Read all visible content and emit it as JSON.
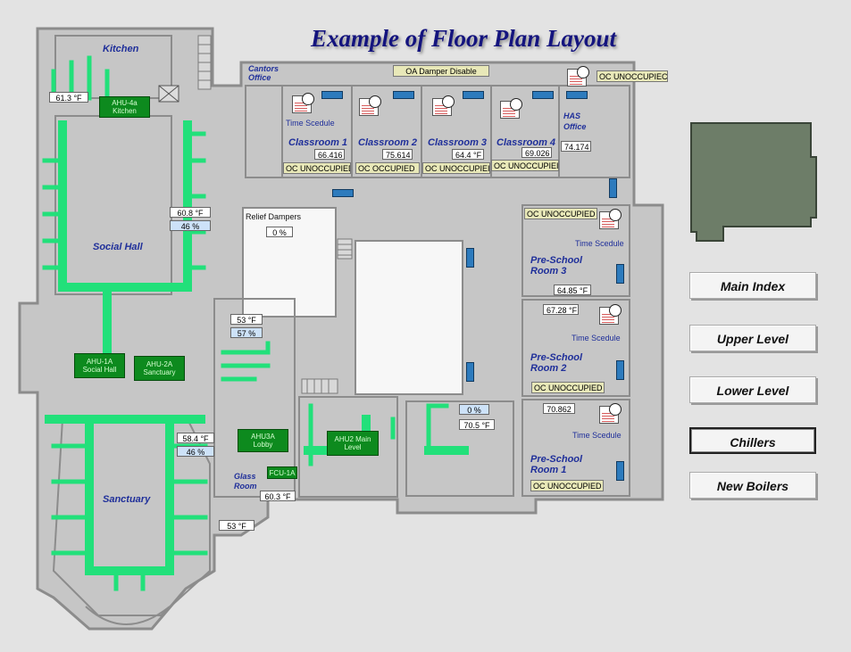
{
  "title": "Example of Floor Plan Layout",
  "colors": {
    "duct": "#22e07a",
    "wall": "#8c8c8c",
    "floor": "#c6c6c6",
    "ahu": "#0d8a1e",
    "text": "#1f2f9a",
    "vav": "#2d7bbd"
  },
  "rooms": {
    "kitchen": "Kitchen",
    "cantors": "Cantors Office",
    "social_hall": "Social Hall",
    "sanctuary": "Sanctuary",
    "glass_room": "Glass Room",
    "has_office": "HAS Office",
    "classroom1": "Classroom 1",
    "classroom2": "Classroom 2",
    "classroom3": "Classroom 3",
    "classroom4": "Classroom 4",
    "preschool3": "Pre-School Room 3",
    "preschool2": "Pre-School Room 2",
    "preschool1": "Pre-School Room 1",
    "relief_dampers": "Relief Dampers"
  },
  "schedule_label": "Time Scedule",
  "oa_damper": "OA Damper Disable",
  "units": {
    "ahu4a": {
      "name": "AHU-4a",
      "sub": "Kitchen"
    },
    "ahu1a": {
      "name": "AHU-1A",
      "sub": "Social Hall"
    },
    "ahu2a": {
      "name": "AHU-2A",
      "sub": "Sanctuary"
    },
    "ahu3a": {
      "name": "AHU3A",
      "sub": "Lobby"
    },
    "ahu2main": {
      "name": "AHU2 Main",
      "sub": "Level"
    },
    "fcu1a": {
      "name": "FCU-1A"
    }
  },
  "values": {
    "kitchen_temp": "61.3 °F",
    "social_temp": "60.8 °F",
    "social_rh": "46 %",
    "relief_pct": "0 %",
    "corridor_temp": "53 °F",
    "corridor_rh": "57 %",
    "sanctuary_temp": "58.4 °F",
    "sanctuary_rh": "46 %",
    "glass_temp": "60.3 °F",
    "entry_temp": "53 °F",
    "main_pct": "0 %",
    "main_temp": "70.5 °F",
    "c1": "66.416",
    "c2": "75.614",
    "c3": "64.4 °F",
    "c4": "69.026",
    "has": "74.174",
    "ps3": "64.85 °F",
    "ps2": "67.28 °F",
    "ps1": "70.862"
  },
  "status": {
    "top_right": "OC UNOCCUPIEC",
    "c1": "OC UNOCCUPIED",
    "c2": "OC OCCUPIED",
    "c3": "OC UNOCCUPIEI",
    "c4": "OC UNOCCUPIEI",
    "ps3": "OC UNOCCUPIED",
    "ps2": "OC UNOCCUPIED",
    "ps1": "OC UNOCCUPIED"
  },
  "nav": [
    "Main Index",
    "Upper Level",
    "Lower Level",
    "Chillers",
    "New Boilers"
  ]
}
